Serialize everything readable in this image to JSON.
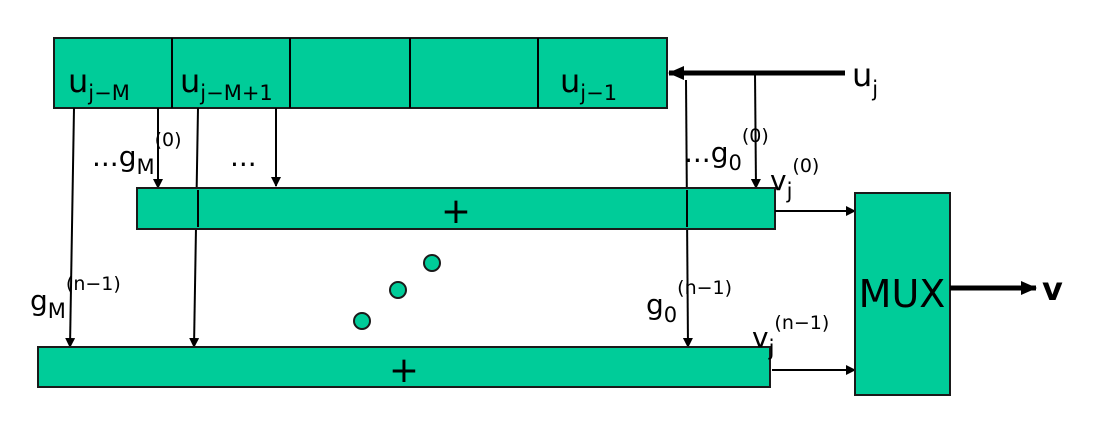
{
  "colors": {
    "fill": "#00CC99"
  },
  "register": {
    "cells": [
      {
        "base": "u",
        "sub": "j−M"
      },
      {
        "base": "u",
        "sub": "j−M+1"
      },
      {
        "base": "",
        "sub": ""
      },
      {
        "base": "",
        "sub": ""
      },
      {
        "base": "u",
        "sub": "j−1"
      }
    ]
  },
  "input": {
    "base": "u",
    "sub": "j"
  },
  "taps": {
    "gM0": {
      "prefix": "...",
      "base": "g",
      "sub": "M",
      "sup": "(0)"
    },
    "dots_mid": "...",
    "g00": {
      "prefix": "...",
      "base": "g",
      "sub": "0",
      "sup": "(0)"
    },
    "gMn": {
      "base": "g",
      "sub": "M",
      "sup": "(n−1)"
    },
    "g0n": {
      "base": "g",
      "sub": "0",
      "sup": "(n−1)"
    }
  },
  "adders": {
    "top": "+",
    "bottom": "+"
  },
  "outputs": {
    "v0": {
      "base": "v",
      "sub": "j",
      "sup": "(0)"
    },
    "vn": {
      "base": "v",
      "sub": "j",
      "sup": "(n−1)"
    }
  },
  "mux": "MUX",
  "result": "v"
}
